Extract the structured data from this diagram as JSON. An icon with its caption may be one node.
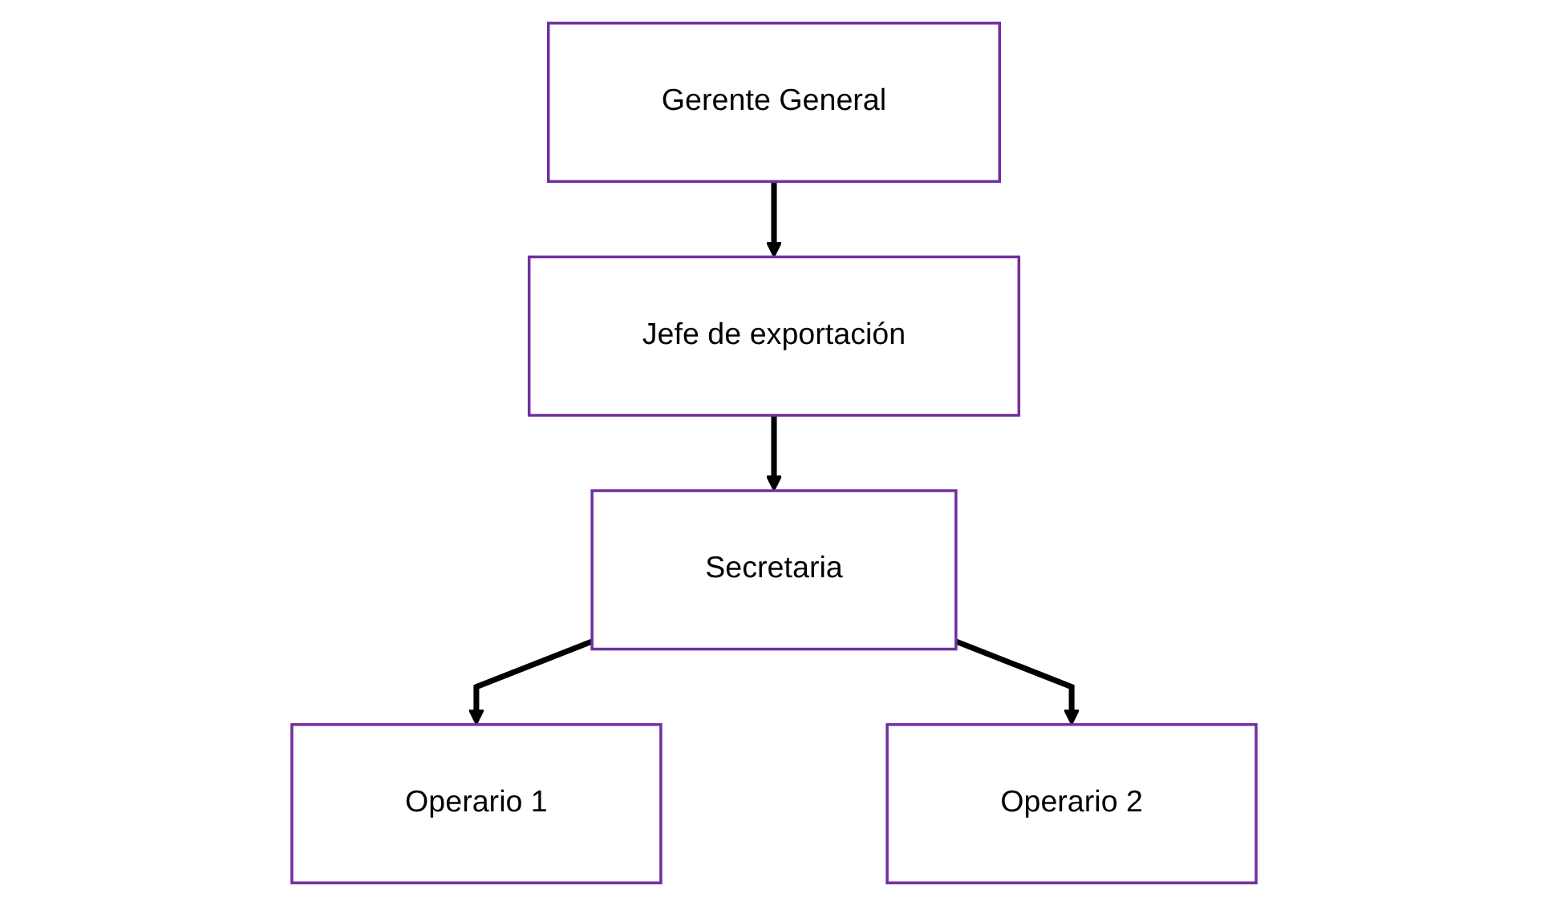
{
  "diagram": {
    "nodes": [
      {
        "text": [
          "Gerente General"
        ]
      },
      {
        "text": [
          "Jefe de exportación"
        ]
      },
      {
        "text": [
          "Secretaria"
        ]
      },
      {
        "text": [
          "Operario 1"
        ]
      },
      {
        "text": [
          "Operario 2"
        ]
      }
    ],
    "edges": [
      {
        "from": 0,
        "to": 1,
        "arrow": "to"
      },
      {
        "from": 1,
        "to": 2,
        "arrow": "to"
      },
      {
        "from": 2,
        "to": 3,
        "arrow": "to"
      },
      {
        "from": 2,
        "to": 4,
        "arrow": "to"
      }
    ]
  }
}
